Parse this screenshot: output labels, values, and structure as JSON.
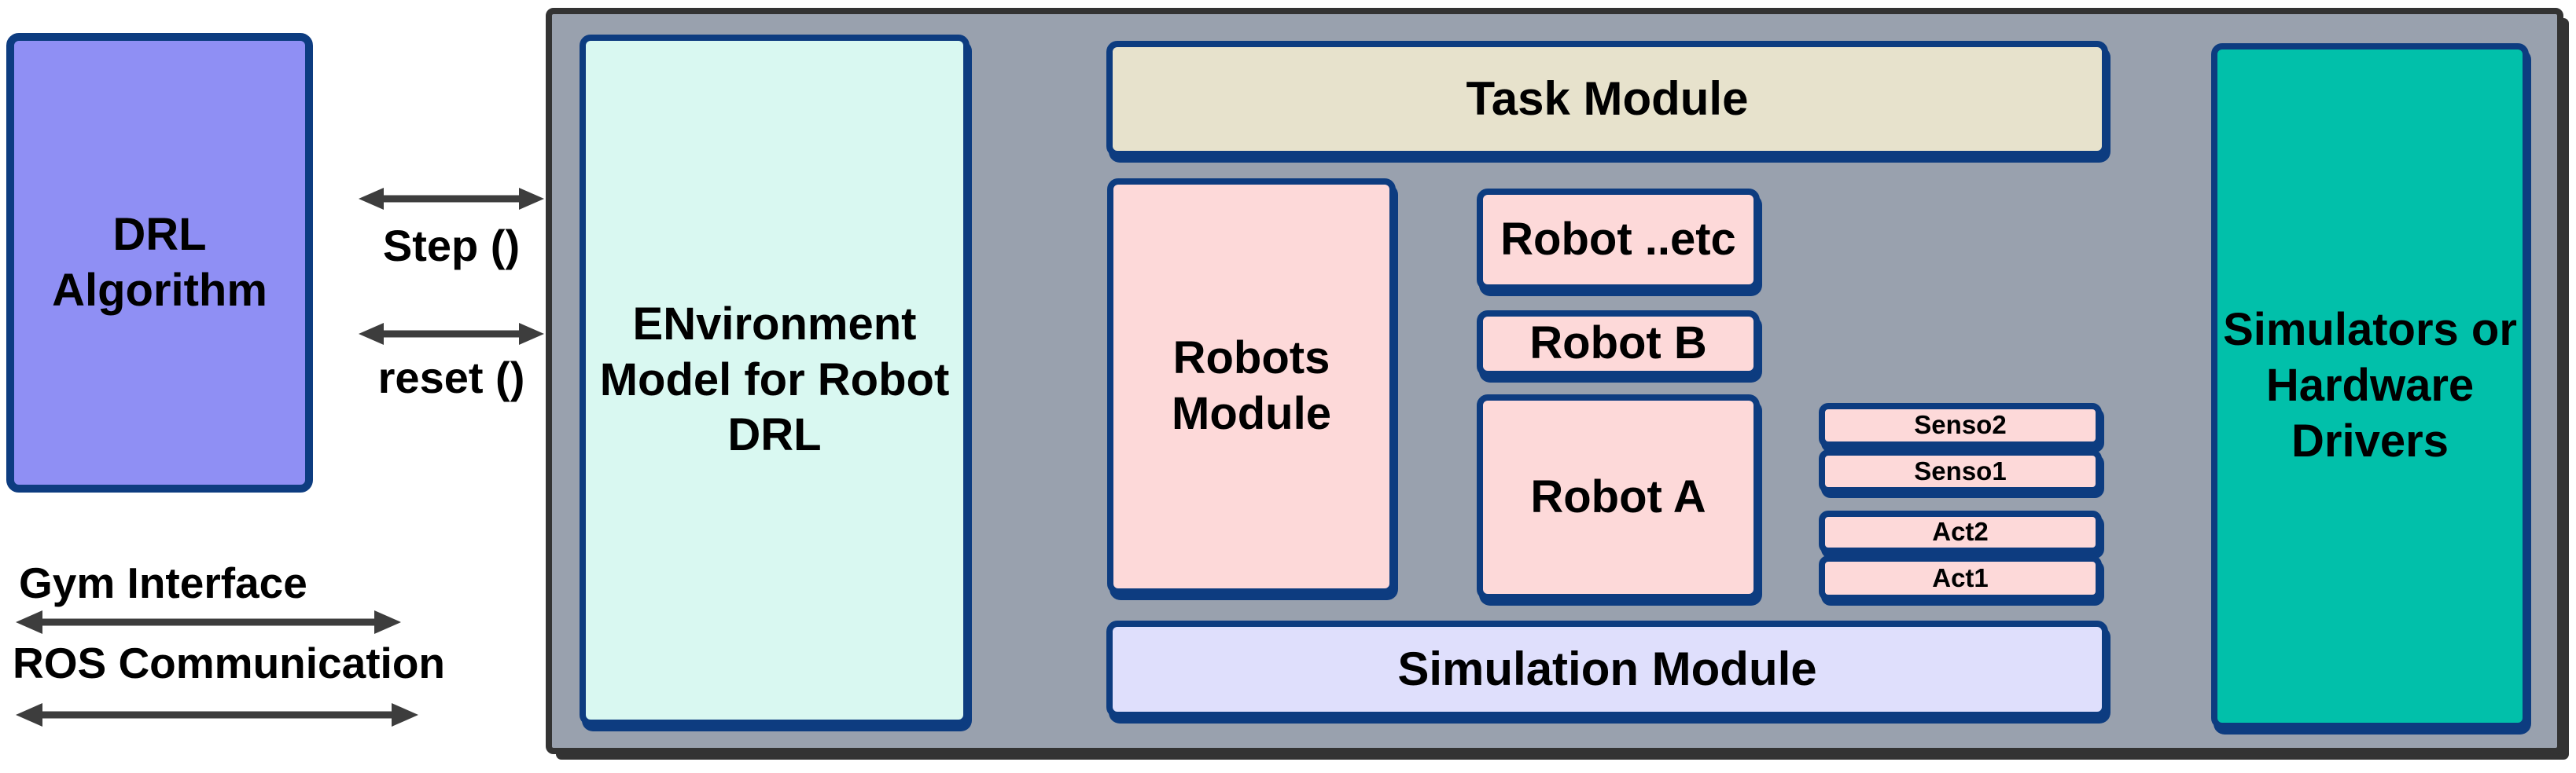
{
  "left": {
    "drl_algorithm": "DRL\nAlgorithm",
    "step_call": "Step ()",
    "reset_call": "reset ()",
    "gym_interface": "Gym Interface",
    "ros_communication": "ROS Communication"
  },
  "container": {
    "environment_model": "ENvironment\nModel for Robot\nDRL",
    "task_module": "Task Module",
    "robots_module": "Robots\nModule",
    "robot_etc": "Robot ..etc",
    "robot_b": "Robot B",
    "robot_a": "Robot A",
    "sensors": [
      "Senso2",
      "Senso1"
    ],
    "actuators": [
      "Act2",
      "Act1"
    ],
    "simulation_module": "Simulation Module",
    "simulators": "Simulators or\nHardware\nDrivers"
  },
  "colors": {
    "drl_fill": "#8f8ff4",
    "box_border_navy": "#0d3c80",
    "container_fill": "#99a1ae",
    "container_border": "#333333",
    "environment_fill": "#d9f8f1",
    "task_fill": "#e7e2cc",
    "robot_fill": "#fdd9d9",
    "simulation_fill": "#dfdffc",
    "simulators_fill": "#01c0aa",
    "arrow_color": "#3d3d3d"
  }
}
